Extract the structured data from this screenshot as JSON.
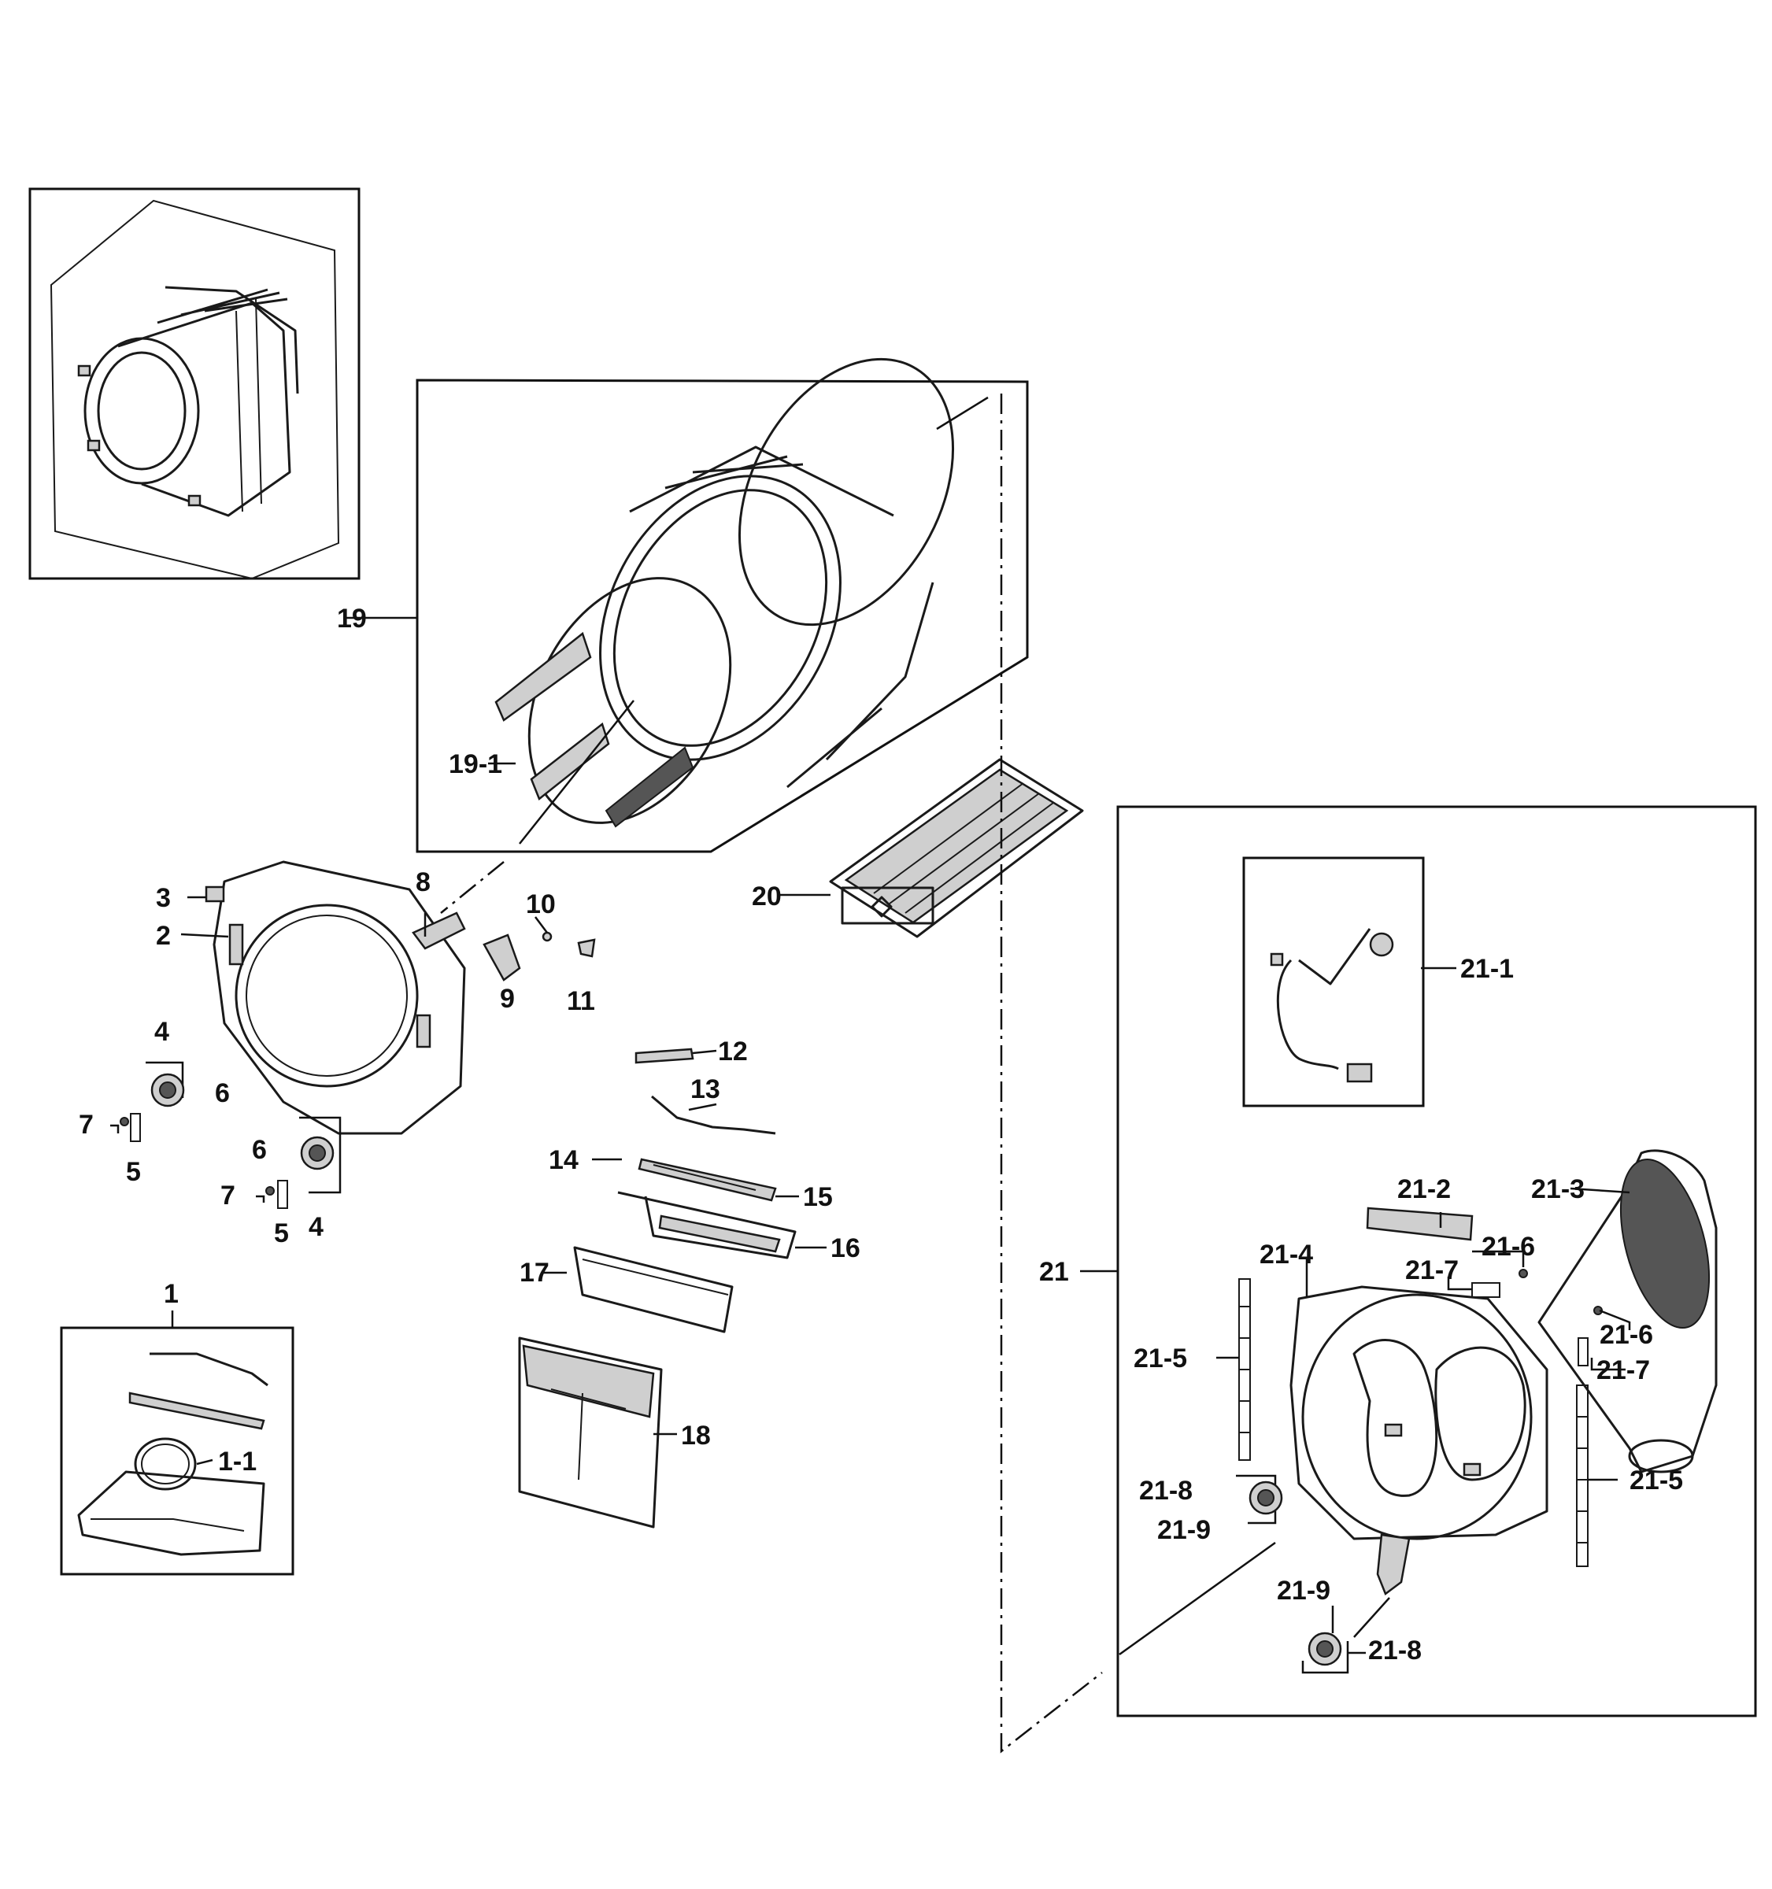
{
  "callouts": {
    "p1": "1",
    "p1_1": "1-1",
    "p2": "2",
    "p3": "3",
    "p4a": "4",
    "p4b": "4",
    "p5a": "5",
    "p5b": "5",
    "p6a": "6",
    "p6b": "6",
    "p7a": "7",
    "p7b": "7",
    "p8": "8",
    "p9": "9",
    "p10": "10",
    "p11": "11",
    "p12": "12",
    "p13": "13",
    "p14": "14",
    "p15": "15",
    "p16": "16",
    "p17": "17",
    "p18": "18",
    "p19": "19",
    "p19_1": "19-1",
    "p20": "20",
    "p21": "21",
    "p21_1": "21-1",
    "p21_2": "21-2",
    "p21_3": "21-3",
    "p21_4": "21-4",
    "p21_5a": "21-5",
    "p21_5b": "21-5",
    "p21_6a": "21-6",
    "p21_6b": "21-6",
    "p21_7a": "21-7",
    "p21_7b": "21-7",
    "p21_8a": "21-8",
    "p21_8b": "21-8",
    "p21_9a": "21-9",
    "p21_9b": "21-9"
  }
}
